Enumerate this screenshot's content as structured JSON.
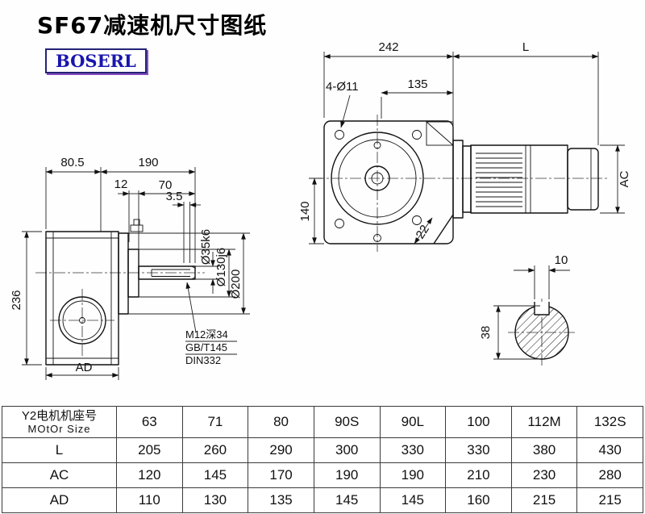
{
  "title": "SF67减速机尺寸图纸",
  "logo": "BOSERL",
  "views": {
    "front": {
      "dim_width_gear": "242",
      "dim_width_motor": "L",
      "dim_bolt_holes": "4-Ø11",
      "dim_flange": "135",
      "dim_axis_height": "140",
      "dim_motor_diameter": "AC",
      "dim_foot": "22"
    },
    "side": {
      "dim_top_left": "80.5",
      "dim_top_right": "190",
      "dim_hub": "12",
      "dim_shaft_length": "70",
      "dim_step": "3.5",
      "dim_height": "236",
      "dim_bottom": "AD",
      "dia_shaft": "Ø35k6",
      "dia_hub": "Ø130j6",
      "dia_flange": "Ø200",
      "note_line1": "M12深34",
      "note_line2": "GB/T145",
      "note_line3": "DIN332"
    },
    "shaft_section": {
      "dim_key_width": "10",
      "dim_diameter": "38"
    }
  },
  "table": {
    "header_label_line1": "Y2电机机座号",
    "header_label_line2": "MOtOr Size",
    "columns": [
      "63",
      "71",
      "80",
      "90S",
      "90L",
      "100",
      "112M",
      "132S"
    ],
    "rows": [
      {
        "label": "L",
        "values": [
          "205",
          "260",
          "290",
          "300",
          "330",
          "330",
          "380",
          "430"
        ]
      },
      {
        "label": "AC",
        "values": [
          "120",
          "145",
          "170",
          "190",
          "190",
          "210",
          "230",
          "280"
        ]
      },
      {
        "label": "AD",
        "values": [
          "110",
          "130",
          "135",
          "145",
          "145",
          "160",
          "215",
          "215"
        ]
      }
    ]
  }
}
